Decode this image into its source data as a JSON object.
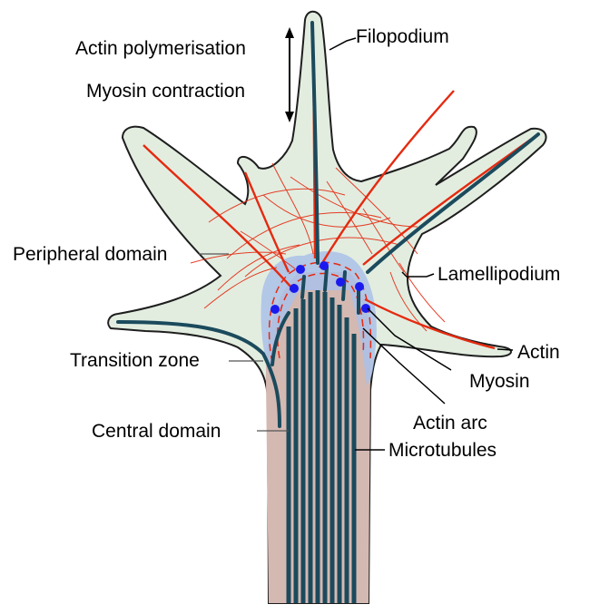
{
  "labels": {
    "filopodium": "Filopodium",
    "actin_polymerisation": "Actin polymerisation",
    "myosin_contraction": "Myosin contraction",
    "peripheral_domain": "Peripheral domain",
    "lamellipodium": "Lamellipodium",
    "actin": "Actin",
    "myosin": "Myosin",
    "transition_zone": "Transition zone",
    "actin_arc": "Actin arc",
    "central_domain": "Central domain",
    "microtubules": "Microtubules"
  },
  "colors": {
    "cell_fill": "#e2ede0",
    "cell_outline": "#1e1e1e",
    "central_domain": "#d4b9b2",
    "transition_zone": "#aabfe8",
    "actin": "#e52a10",
    "microtubule": "#1b4a5c",
    "myosin": "#1a1aee"
  }
}
